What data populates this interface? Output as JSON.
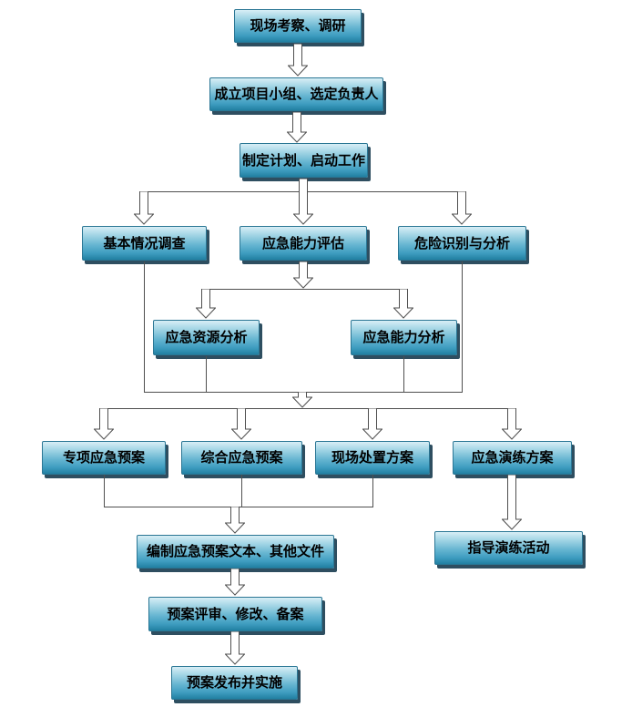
{
  "diagram": {
    "type": "flowchart",
    "nodes": [
      {
        "id": "site-survey",
        "label": "现场考察、调研"
      },
      {
        "id": "form-team",
        "label": "成立项目小组、选定负责人"
      },
      {
        "id": "make-plan",
        "label": "制定计划、启动工作"
      },
      {
        "id": "basic-investigation",
        "label": "基本情况调查"
      },
      {
        "id": "capability-assessment",
        "label": "应急能力评估"
      },
      {
        "id": "hazard-identification",
        "label": "危险识别与分析"
      },
      {
        "id": "resource-analysis",
        "label": "应急资源分析"
      },
      {
        "id": "capability-analysis",
        "label": "应急能力分析"
      },
      {
        "id": "special-plan",
        "label": "专项应急预案"
      },
      {
        "id": "comprehensive-plan",
        "label": "综合应急预案"
      },
      {
        "id": "onsite-disposal",
        "label": "现场处置方案"
      },
      {
        "id": "drill-plan",
        "label": "应急演练方案"
      },
      {
        "id": "compile-documents",
        "label": "编制应急预案文本、其他文件"
      },
      {
        "id": "guide-drill",
        "label": "指导演练活动"
      },
      {
        "id": "review-revise",
        "label": "预案评审、修改、备案"
      },
      {
        "id": "publish-implement",
        "label": "预案发布并实施"
      }
    ]
  },
  "colors": {
    "background": "#ffffff",
    "node_fill_top": "#d8eef6",
    "node_fill_mid": "#66b5d1",
    "node_fill_bottom": "#2180a2",
    "node_border": "#2a7694",
    "node_shadow": "#2e4e60",
    "connector": "#4f4f4f",
    "arrow_fill": "#ffffff"
  }
}
